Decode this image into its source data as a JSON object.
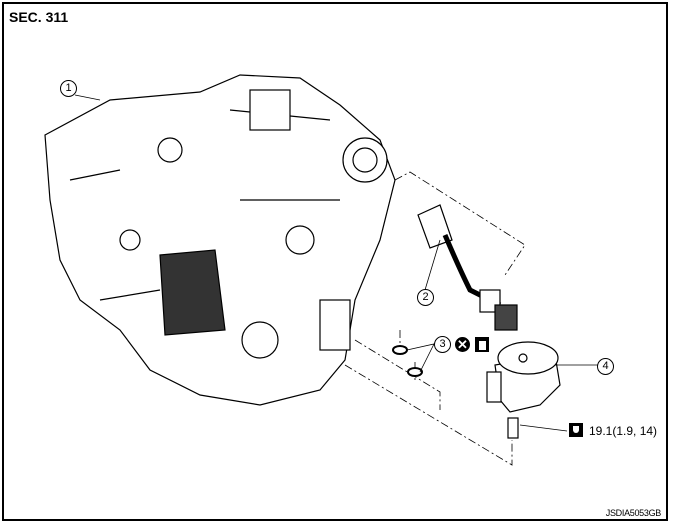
{
  "section": "SEC. 311",
  "callouts": [
    "1",
    "2",
    "3",
    "4"
  ],
  "torque": {
    "icon": "torque-wrench-icon",
    "value": "19.1(1.9, 14)"
  },
  "symbols": [
    "do-not-reuse-icon",
    "fluid-apply-icon"
  ],
  "figure_code": "JSDIA5053GB"
}
